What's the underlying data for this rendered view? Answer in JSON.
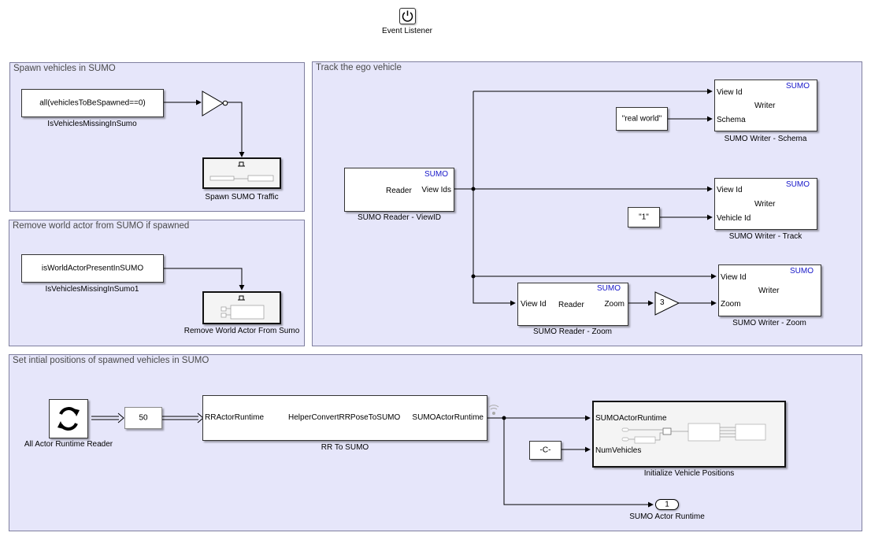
{
  "event_listener": {
    "label": "Event Listener"
  },
  "areas": {
    "spawn": "Spawn vehicles in SUMO",
    "remove": "Remove world actor from SUMO if spawned",
    "track": "Track the ego vehicle",
    "init": "Set intial positions of spawned vehicles in SUMO"
  },
  "spawn": {
    "condition_block": "all(vehiclesToBeSpawned==0)",
    "condition_label": "IsVehiclesMissingInSumo",
    "subsystem_label": "Spawn SUMO Traffic"
  },
  "remove": {
    "condition_block": "isWorldActorPresentInSUMO",
    "condition_label": "IsVehiclesMissingInSumo1",
    "subsystem_label": "Remove World Actor From Sumo"
  },
  "track": {
    "reader_view": {
      "brand": "SUMO",
      "center": "Reader",
      "port_out": "View Ids",
      "label": "SUMO Reader - ViewID"
    },
    "writer_schema": {
      "brand": "SUMO",
      "port1": "View Id",
      "center": "Writer",
      "port2": "Schema",
      "label": "SUMO Writer - Schema"
    },
    "const_schema": "\"real world\"",
    "writer_track": {
      "brand": "SUMO",
      "port1": "View Id",
      "center": "Writer",
      "port2": "Vehicle Id",
      "label": "SUMO Writer - Track"
    },
    "const_track": "\"1\"",
    "reader_zoom": {
      "brand": "SUMO",
      "port_in": "View Id",
      "center": "Reader",
      "port_out": "Zoom",
      "label": "SUMO Reader - Zoom"
    },
    "gain_value": "3",
    "writer_zoom": {
      "brand": "SUMO",
      "port1": "View Id",
      "center": "Writer",
      "port2": "Zoom",
      "label": "SUMO Writer - Zoom"
    }
  },
  "init": {
    "reader_label": "All Actor Runtime Reader",
    "rate_value": "50",
    "rr_block": {
      "port_in": "RRActorRuntime",
      "center": "HelperConvertRRPoseToSUMO",
      "port_out": "SUMOActorRuntime",
      "label": "RR To SUMO"
    },
    "init_block": {
      "port1": "SUMOActorRuntime",
      "port2": "NumVehicles",
      "label": "Initialize Vehicle Positions"
    },
    "const_c": "-C-",
    "outport_num": "1",
    "outport_label": "SUMO Actor Runtime"
  }
}
